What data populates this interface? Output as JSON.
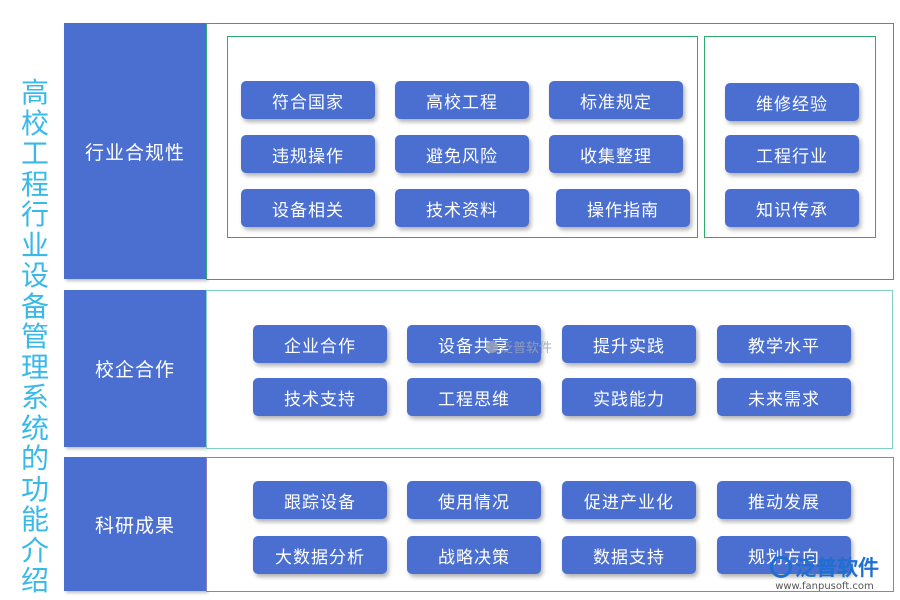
{
  "title": "高校工程行业设备管理系统的功能介绍",
  "colors": {
    "accent": "#4a6fd0",
    "title": "#39b9e8",
    "border_green": "#2faa6e",
    "border_teal": "#7ecfc6",
    "border_purple": "#8a7ec8"
  },
  "sections": [
    {
      "label": "行业合规性",
      "groups": [
        [
          "符合国家",
          "高校工程",
          "标准规定",
          "违规操作",
          "避免风险",
          "收集整理",
          "设备相关",
          "技术资料",
          "操作指南"
        ],
        [
          "维修经验",
          "工程行业",
          "知识传承"
        ]
      ]
    },
    {
      "label": "校企合作",
      "items": [
        "企业合作",
        "设备共享",
        "提升实践",
        "教学水平",
        "技术支持",
        "工程思维",
        "实践能力",
        "未来需求"
      ]
    },
    {
      "label": "科研成果",
      "items": [
        "跟踪设备",
        "使用情况",
        "促进产业化",
        "推动发展",
        "大数据分析",
        "战略决策",
        "数据支持",
        "规划方向"
      ]
    }
  ],
  "watermark": {
    "brand": "泛普软件",
    "url": "www.fanpusoft.com"
  }
}
